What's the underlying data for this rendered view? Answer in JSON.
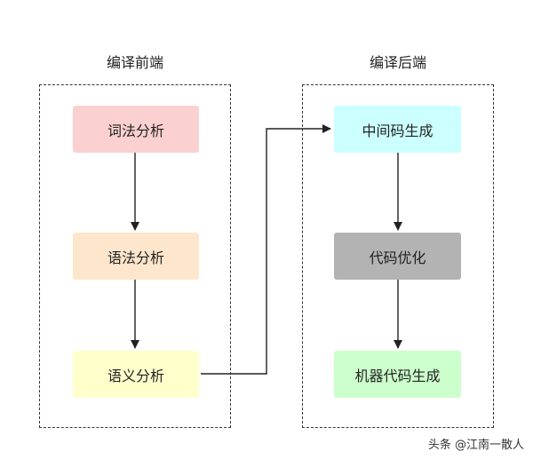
{
  "groups": {
    "frontend": {
      "title": "编译前端"
    },
    "backend": {
      "title": "编译后端"
    }
  },
  "nodes": {
    "lexical": {
      "label": "词法分析",
      "color": "#fbd0d0"
    },
    "syntax": {
      "label": "语法分析",
      "color": "#fde6cc"
    },
    "semantic": {
      "label": "语义分析",
      "color": "#ffffcc"
    },
    "ir_gen": {
      "label": "中间码生成",
      "color": "#ccffff"
    },
    "optimize": {
      "label": "代码优化",
      "color": "#b3b3b3"
    },
    "codegen": {
      "label": "机器代码生成",
      "color": "#ccffcc"
    }
  },
  "watermark": "头条 @江南一散人"
}
